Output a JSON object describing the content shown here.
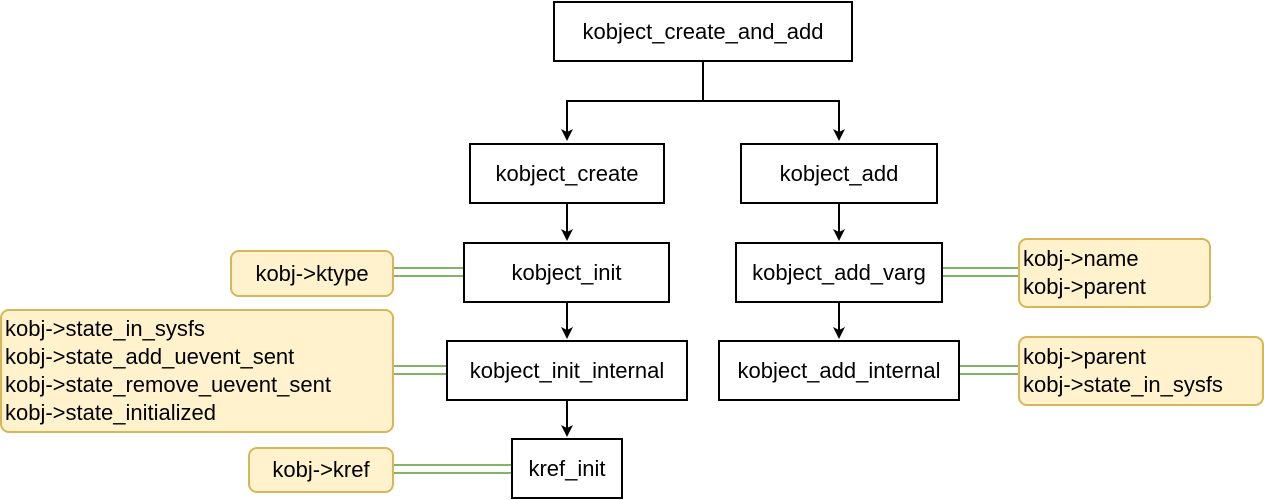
{
  "functions": {
    "create_and_add": "kobject_create_and_add",
    "create": "kobject_create",
    "add": "kobject_add",
    "init": "kobject_init",
    "add_varg": "kobject_add_varg",
    "init_internal": "kobject_init_internal",
    "add_internal": "kobject_add_internal",
    "kref_init": "kref_init"
  },
  "notes": {
    "init": [
      "kobj->ktype"
    ],
    "init_internal": [
      "kobj->state_in_sysfs",
      "kobj->state_add_uevent_sent",
      "kobj->state_remove_uevent_sent",
      "kobj->state_initialized"
    ],
    "kref_init": [
      "kobj->kref"
    ],
    "add_varg": [
      "kobj->name",
      "kobj->parent"
    ],
    "add_internal": [
      "kobj->parent",
      "kobj->state_in_sysfs"
    ]
  },
  "colors": {
    "box_border": "#000000",
    "note_fill": "#fff2cc",
    "note_border": "#d6b656",
    "link_line": "#82b366"
  }
}
